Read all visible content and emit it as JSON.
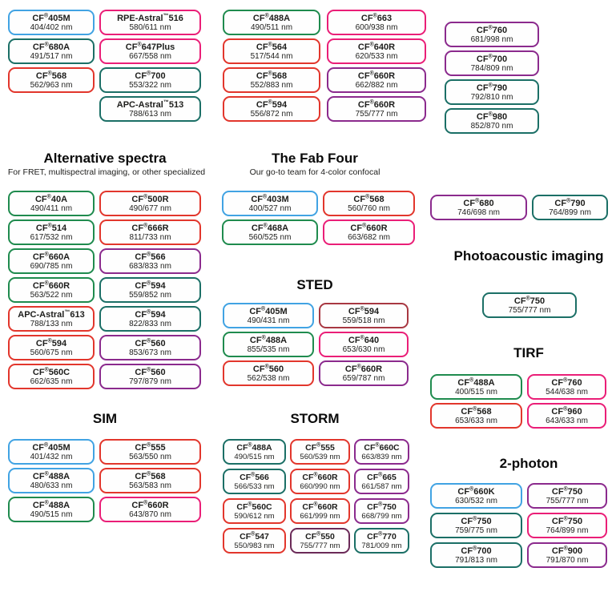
{
  "palette": {
    "blue": "#41a3e3",
    "green": "#1f8b4e",
    "teal": "#1b6f66",
    "red": "#e2362c",
    "pink": "#ea1e77",
    "purple": "#8b2a8d",
    "darkred": "#a83842",
    "darkpurple": "#6b2a58"
  },
  "titles": {
    "alt": {
      "title": "Alternative spectra",
      "subtitle": "For FRET, multispectral imaging, or other specialized"
    },
    "fab": {
      "title": "The Fab Four",
      "subtitle": "Our go-to team for 4-color confocal"
    },
    "sted": {
      "title": "STED"
    },
    "sim": {
      "title": "SIM"
    },
    "storm": {
      "title": "STORM"
    },
    "photo": {
      "title": "Photoacoustic imaging"
    },
    "tirf": {
      "title": "TIRF"
    },
    "twop": {
      "title": "2-photon"
    }
  },
  "groups": {
    "top_left": {
      "columns": [
        {
          "pills": [
            {
              "name": "CF®405M",
              "range": "404/402 nm",
              "color": "blue"
            },
            {
              "name": "CF®680A",
              "range": "491/517 nm",
              "color": "teal"
            },
            {
              "name": "CF®568",
              "range": "562/963 nm",
              "color": "red"
            }
          ]
        },
        {
          "pills": [
            {
              "name": "RPE-Astral™516",
              "range": "580/611 nm",
              "color": "pink"
            },
            {
              "name": "CF®647Plus",
              "range": "667/558 nm",
              "color": "pink"
            },
            {
              "name": "CF®700",
              "range": "553/322 nm",
              "color": "teal"
            },
            {
              "name": "APC-Astral™513",
              "range": "788/613 nm",
              "color": "teal"
            }
          ]
        }
      ]
    },
    "top_mid": {
      "columns": [
        {
          "pills": [
            {
              "name": "CF®488A",
              "range": "490/511 nm",
              "color": "green"
            },
            {
              "name": "CF®564",
              "range": "517/544 nm",
              "color": "red"
            },
            {
              "name": "CF®568",
              "range": "552/883 nm",
              "color": "red"
            },
            {
              "name": "CF®594",
              "range": "556/872 nm",
              "color": "red"
            }
          ]
        },
        {
          "pills": [
            {
              "name": "CF®663",
              "range": "600/938 nm",
              "color": "pink"
            },
            {
              "name": "CF®640R",
              "range": "620/533 nm",
              "color": "pink"
            },
            {
              "name": "CF®660R",
              "range": "662/882 nm",
              "color": "purple"
            },
            {
              "name": "CF®660R",
              "range": "755/777 nm",
              "color": "purple"
            }
          ]
        }
      ]
    },
    "top_right": {
      "columns": [
        {
          "pills": [
            {
              "name": "CF®760",
              "range": "681/998 nm",
              "color": "purple"
            },
            {
              "name": "CF®700",
              "range": "784/809 nm",
              "color": "purple"
            },
            {
              "name": "CF®790",
              "range": "792/810 nm",
              "color": "teal"
            },
            {
              "name": "CF®980",
              "range": "852/870 nm",
              "color": "teal"
            }
          ]
        }
      ]
    },
    "alt_spectra": {
      "columns": [
        {
          "pills": [
            {
              "name": "CF®40A",
              "range": "490/411 nm",
              "color": "green"
            },
            {
              "name": "CF®514",
              "range": "617/532 nm",
              "color": "green"
            },
            {
              "name": "CF®660A",
              "range": "690/785 nm",
              "color": "green"
            },
            {
              "name": "CF®660R",
              "range": "563/522 nm",
              "color": "green"
            },
            {
              "name": "APC-Astral™613",
              "range": "788/133 nm",
              "color": "red"
            },
            {
              "name": "CF®594",
              "range": "560/675 nm",
              "color": "red"
            },
            {
              "name": "CF®560C",
              "range": "662/635 nm",
              "color": "red"
            }
          ]
        },
        {
          "pills": [
            {
              "name": "CF®500R",
              "range": "490/677 nm",
              "color": "red"
            },
            {
              "name": "CF®666R",
              "range": "811/733 nm",
              "color": "red"
            },
            {
              "name": "CF®566",
              "range": "683/833 nm",
              "color": "purple"
            },
            {
              "name": "CF®594",
              "range": "559/852 nm",
              "color": "teal"
            },
            {
              "name": "CF®594",
              "range": "822/833 nm",
              "color": "teal"
            },
            {
              "name": "CF®560",
              "range": "853/673 nm",
              "color": "purple"
            },
            {
              "name": "CF®560",
              "range": "797/879 nm",
              "color": "purple"
            }
          ]
        }
      ]
    },
    "fab_four": {
      "columns": [
        {
          "pills": [
            {
              "name": "CF®403M",
              "range": "400/527 nm",
              "color": "blue"
            },
            {
              "name": "CF®468A",
              "range": "560/525 nm",
              "color": "green"
            }
          ]
        },
        {
          "pills": [
            {
              "name": "CF®568",
              "range": "560/760 nm",
              "color": "red"
            },
            {
              "name": "CF®660R",
              "range": "663/682 nm",
              "color": "pink"
            }
          ]
        }
      ]
    },
    "sted": {
      "columns": [
        {
          "pills": [
            {
              "name": "CF®405M",
              "range": "490/431 nm",
              "color": "blue"
            },
            {
              "name": "CF®488A",
              "range": "855/535 nm",
              "color": "green"
            },
            {
              "name": "CF®560",
              "range": "562/538 nm",
              "color": "red"
            }
          ]
        },
        {
          "pills": [
            {
              "name": "CF®594",
              "range": "559/518 nm",
              "color": "darkred"
            },
            {
              "name": "CF®640",
              "range": "653/630 nm",
              "color": "pink"
            },
            {
              "name": "CF®660R",
              "range": "659/787 nm",
              "color": "purple"
            }
          ]
        }
      ]
    },
    "sim": {
      "columns": [
        {
          "pills": [
            {
              "name": "CF®405M",
              "range": "401/432 nm",
              "color": "blue"
            },
            {
              "name": "CF®488A",
              "range": "480/633 nm",
              "color": "blue"
            },
            {
              "name": "CF®488A",
              "range": "490/515 nm",
              "color": "green"
            }
          ]
        },
        {
          "pills": [
            {
              "name": "CF®555",
              "range": "563/550 nm",
              "color": "red"
            },
            {
              "name": "CF®568",
              "range": "563/583 nm",
              "color": "red"
            },
            {
              "name": "CF®660R",
              "range": "643/870 nm",
              "color": "pink"
            }
          ]
        }
      ]
    },
    "storm": {
      "columns": [
        {
          "pills": [
            {
              "name": "CF®488A",
              "range": "490/515 nm",
              "color": "teal"
            },
            {
              "name": "CF®566",
              "range": "566/533 nm",
              "color": "teal"
            },
            {
              "name": "CF®560C",
              "range": "590/612 nm",
              "color": "red"
            },
            {
              "name": "CF®547",
              "range": "550/983 nm",
              "color": "red"
            }
          ]
        },
        {
          "pills": [
            {
              "name": "CF®555",
              "range": "560/539 nm",
              "color": "red"
            },
            {
              "name": "CF®660R",
              "range": "660/990 nm",
              "color": "red"
            },
            {
              "name": "CF®660R",
              "range": "661/999 nm",
              "color": "red"
            },
            {
              "name": "CF®550",
              "range": "755/777 nm",
              "color": "darkpurple"
            }
          ]
        },
        {
          "pills": [
            {
              "name": "CF®660C",
              "range": "663/839 nm",
              "color": "purple"
            },
            {
              "name": "CF®665",
              "range": "661/587 nm",
              "color": "purple"
            },
            {
              "name": "CF®750",
              "range": "668/799 nm",
              "color": "purple"
            },
            {
              "name": "CF®770",
              "range": "781/009 nm",
              "color": "teal"
            }
          ]
        }
      ]
    },
    "right_pair": {
      "columns": [
        {
          "pills": [
            {
              "name": "CF®680",
              "range": "746/698 nm",
              "color": "purple"
            }
          ]
        },
        {
          "pills": [
            {
              "name": "CF®790",
              "range": "764/899 nm",
              "color": "teal"
            }
          ]
        }
      ]
    },
    "photoacoustic": {
      "columns": [
        {
          "pills": [
            {
              "name": "CF®750",
              "range": "755/777 nm",
              "color": "teal"
            }
          ]
        }
      ]
    },
    "tirf": {
      "columns": [
        {
          "pills": [
            {
              "name": "CF®488A",
              "range": "400/515 nm",
              "color": "green"
            },
            {
              "name": "CF®568",
              "range": "653/633 nm",
              "color": "red"
            }
          ]
        },
        {
          "pills": [
            {
              "name": "CF®760",
              "range": "544/638 nm",
              "color": "pink"
            },
            {
              "name": "CF®960",
              "range": "643/633 nm",
              "color": "pink"
            }
          ]
        }
      ]
    },
    "two_photon": {
      "columns": [
        {
          "pills": [
            {
              "name": "CF®660K",
              "range": "630/532 nm",
              "color": "blue"
            },
            {
              "name": "CF®750",
              "range": "759/775 nm",
              "color": "teal"
            },
            {
              "name": "CF®700",
              "range": "791/813 nm",
              "color": "teal"
            }
          ]
        },
        {
          "pills": [
            {
              "name": "CF®750",
              "range": "755/777 nm",
              "color": "purple"
            },
            {
              "name": "CF®750",
              "range": "764/899 nm",
              "color": "pink"
            },
            {
              "name": "CF®900",
              "range": "791/870 nm",
              "color": "purple"
            }
          ]
        }
      ]
    }
  }
}
